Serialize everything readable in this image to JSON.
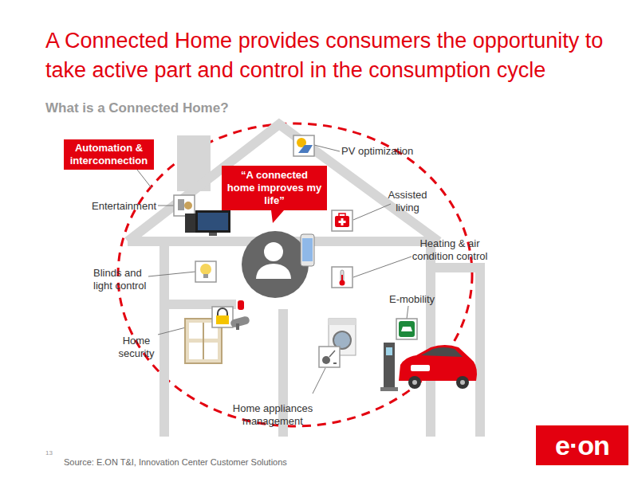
{
  "diagram": {
    "title": "A Connected Home provides consumers the opportunity to take active part and control in the consumption cycle",
    "nodes": [
      {
        "text": [
          "Automation & interconnection"
        ]
      },
      {
        "text": [
          "“A connected home improves my life”"
        ]
      }
    ],
    "labels": [
      "What is a Connected Home?",
      "Entertainment",
      "PV optimization",
      "Assisted living",
      "Blinds and light control",
      "Heating & air condition control",
      "E-mobility",
      "Home security",
      "Home appliances management",
      "13",
      "Source: E.ON T&I, Innovation Center Customer Solutions",
      "e·on"
    ]
  }
}
